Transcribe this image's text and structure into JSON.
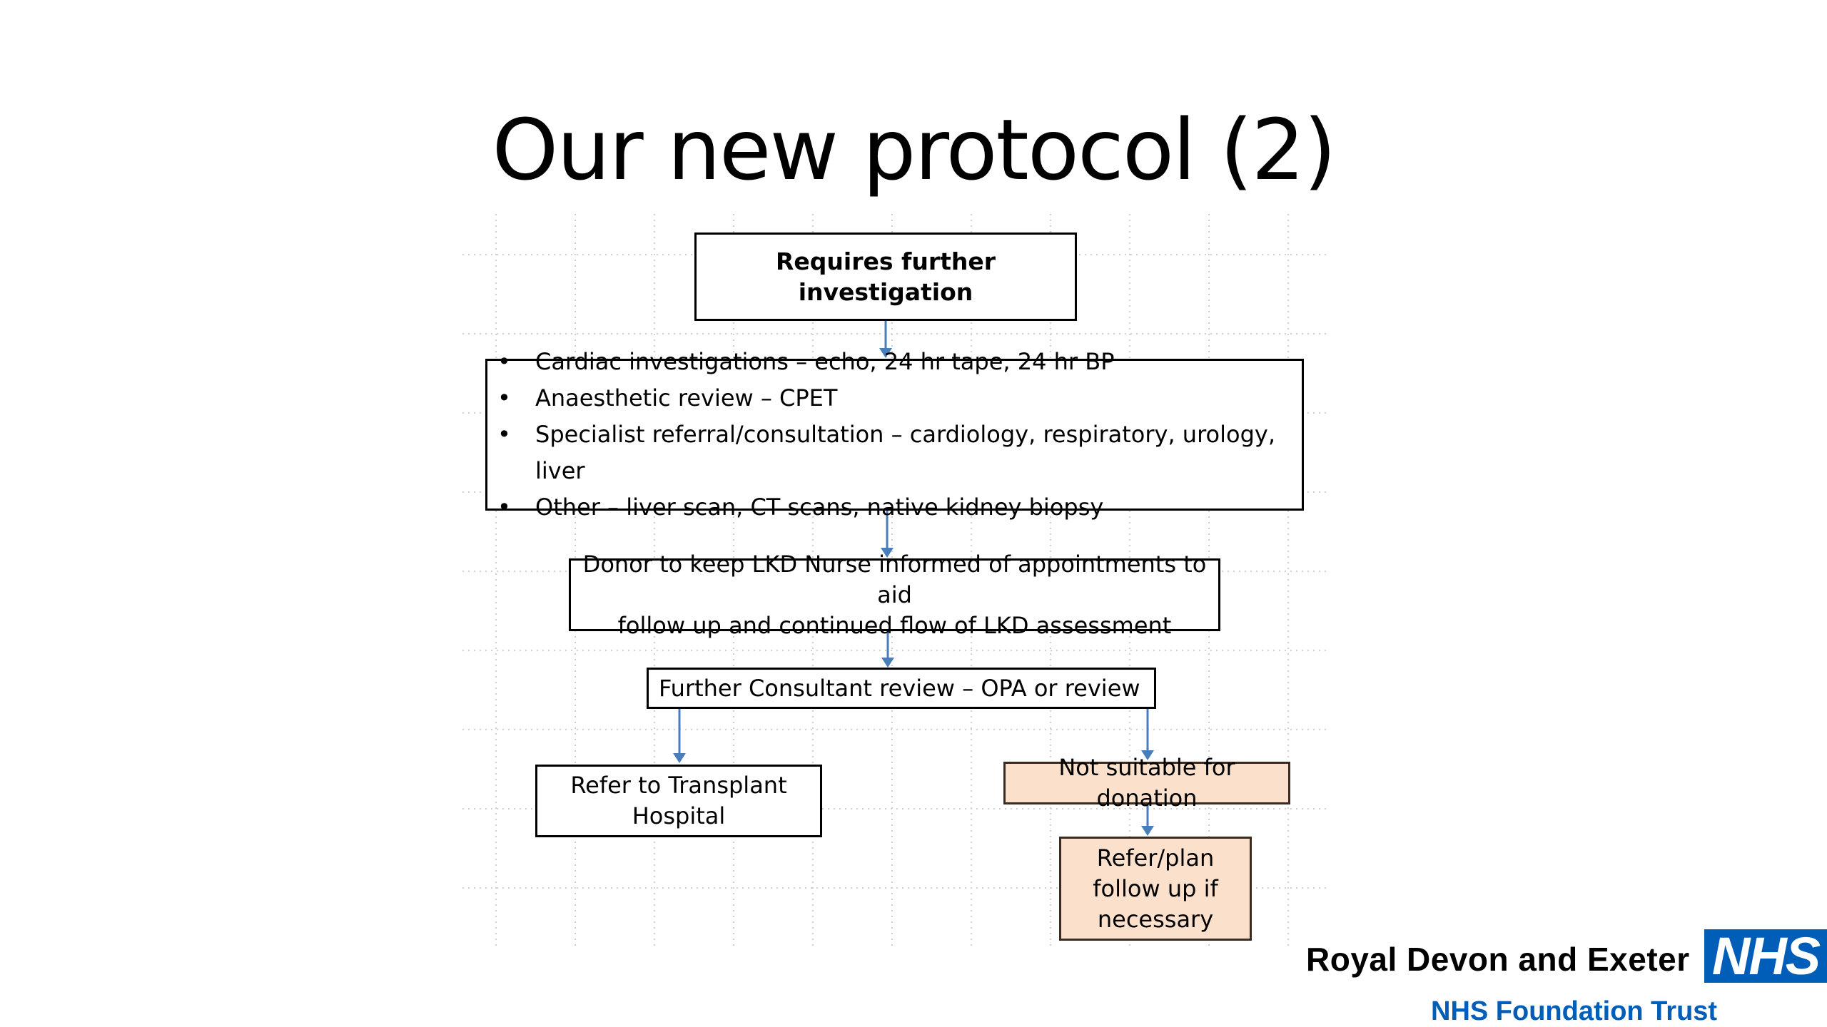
{
  "title": "Our new protocol (2)",
  "diagram": {
    "start": "Requires further investigation",
    "investigations": [
      "Cardiac investigations – echo, 24 hr tape, 24 hr BP",
      "Anaesthetic review – CPET",
      "Specialist referral/consultation – cardiology, respiratory, urology, liver",
      "Other – liver scan, CT scans, native kidney biopsy"
    ],
    "donor_line1": "Donor to keep LKD Nurse informed of appointments to aid",
    "donor_line2": "follow up and continued flow of LKD assessment",
    "consultant": "Further Consultant review – OPA or review",
    "refer_line1": "Refer to Transplant",
    "refer_line2": "Hospital",
    "not_suitable": "Not suitable for donation",
    "followup_line1": "Refer/plan",
    "followup_line2": "follow up if",
    "followup_line3": "necessary"
  },
  "colors": {
    "arrow": "#4a7ebb",
    "highlight_fill": "#fbe1cc",
    "nhs_blue": "#005eb8"
  },
  "branding": {
    "org_name": "Royal Devon and Exeter",
    "logo_text": "NHS",
    "subtitle": "NHS Foundation Trust"
  }
}
